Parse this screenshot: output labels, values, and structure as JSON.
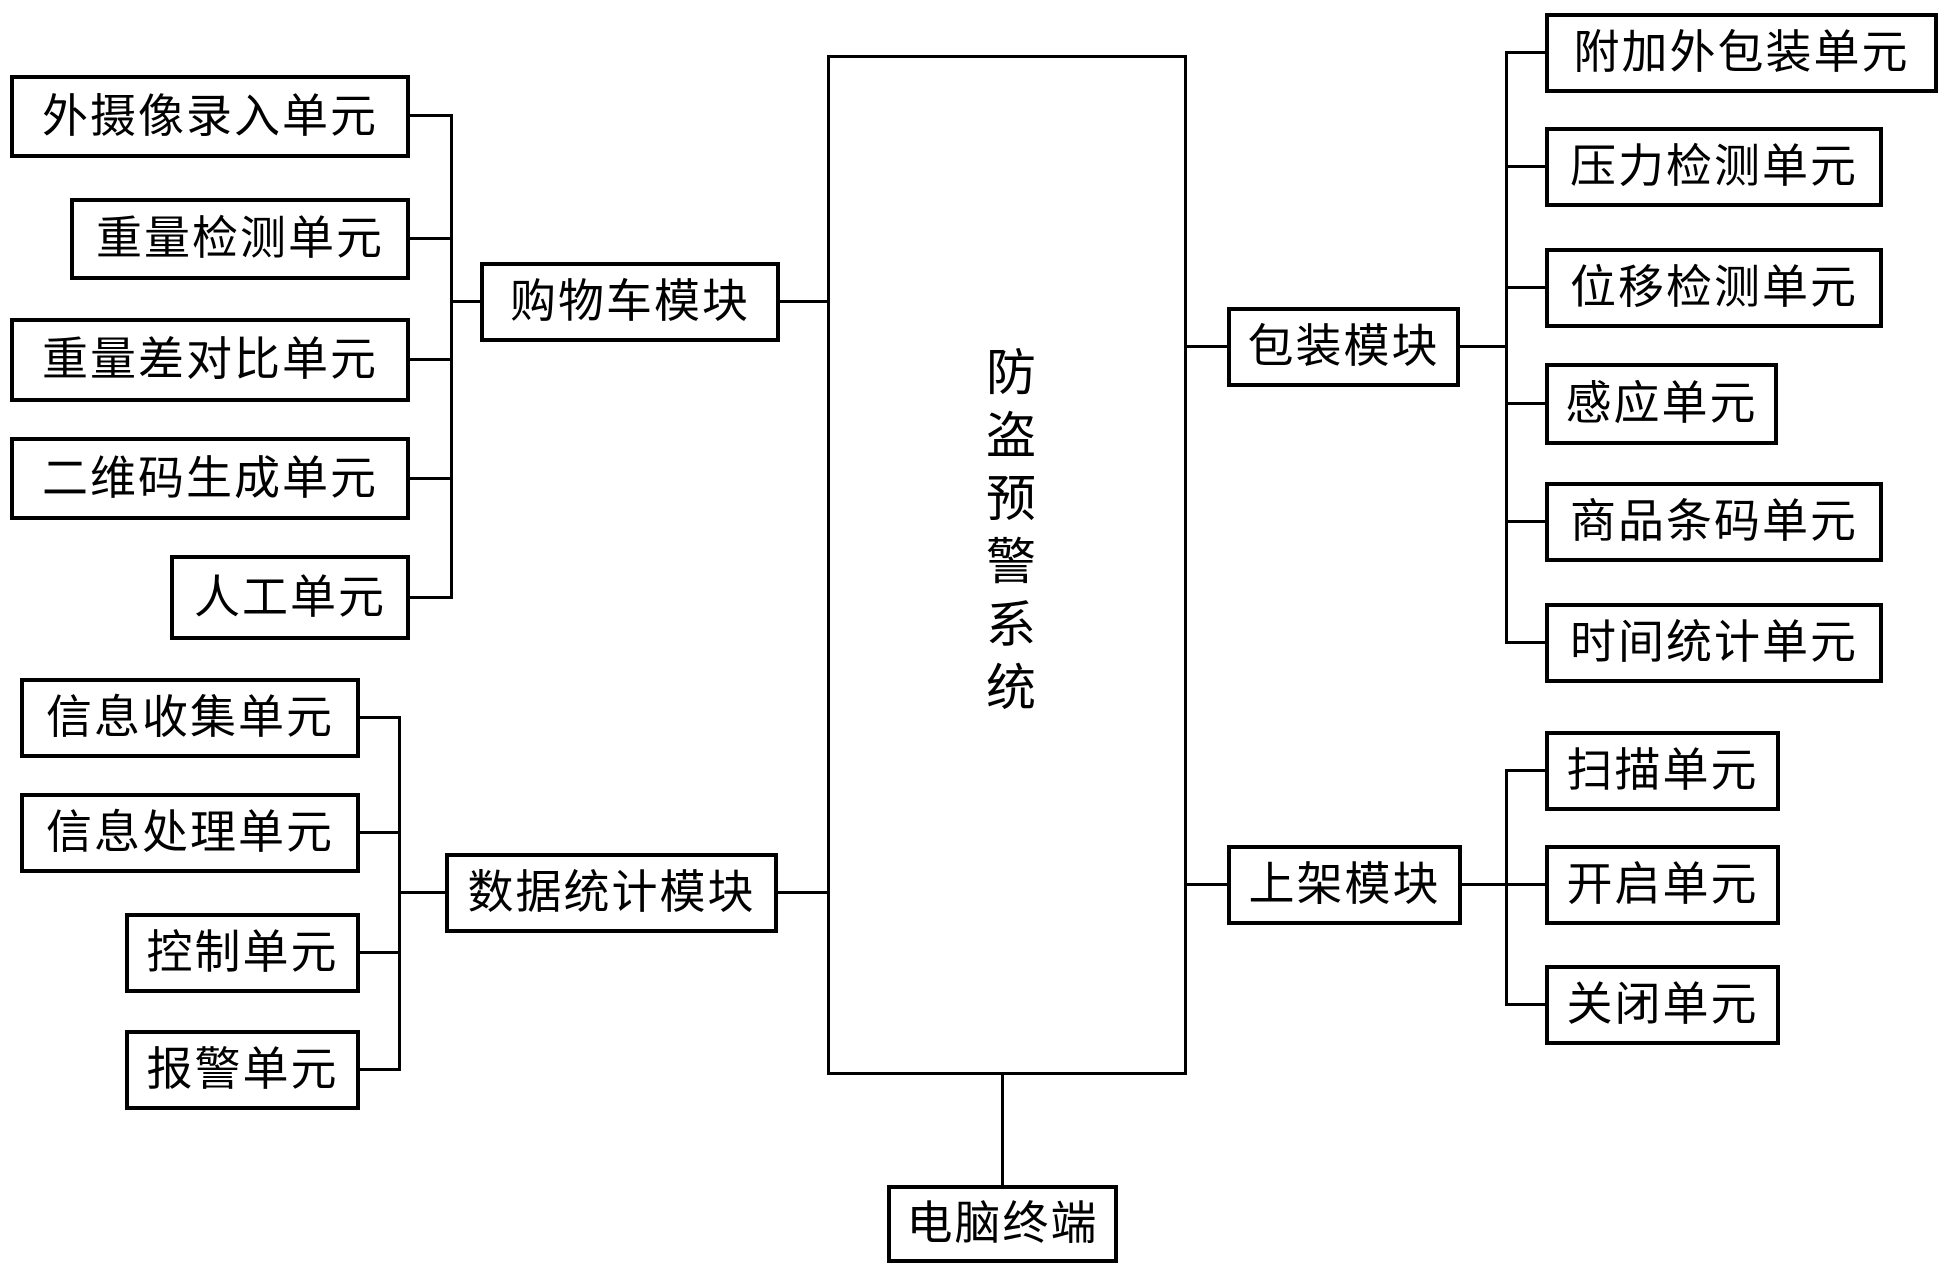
{
  "diagram": {
    "title": "防盗预警系统",
    "terminal": {
      "label": "电脑终端"
    },
    "modules": {
      "cart": {
        "label": "购物车模块",
        "children": [
          "外摄像录入单元",
          "重量检测单元",
          "重量差对比单元",
          "二维码生成单元",
          "人工单元"
        ]
      },
      "stats": {
        "label": "数据统计模块",
        "children": [
          "信息收集单元",
          "信息处理单元",
          "控制单元",
          "报警单元"
        ]
      },
      "packaging": {
        "label": "包装模块",
        "children": [
          "附加外包装单元",
          "压力检测单元",
          "位移检测单元",
          "感应单元",
          "商品条码单元",
          "时间统计单元"
        ]
      },
      "shelf": {
        "label": "上架模块",
        "children": [
          "扫描单元",
          "开启单元",
          "关闭单元"
        ]
      }
    },
    "colors": {
      "line": "#000000",
      "background": "#ffffff",
      "text": "#000000"
    }
  }
}
